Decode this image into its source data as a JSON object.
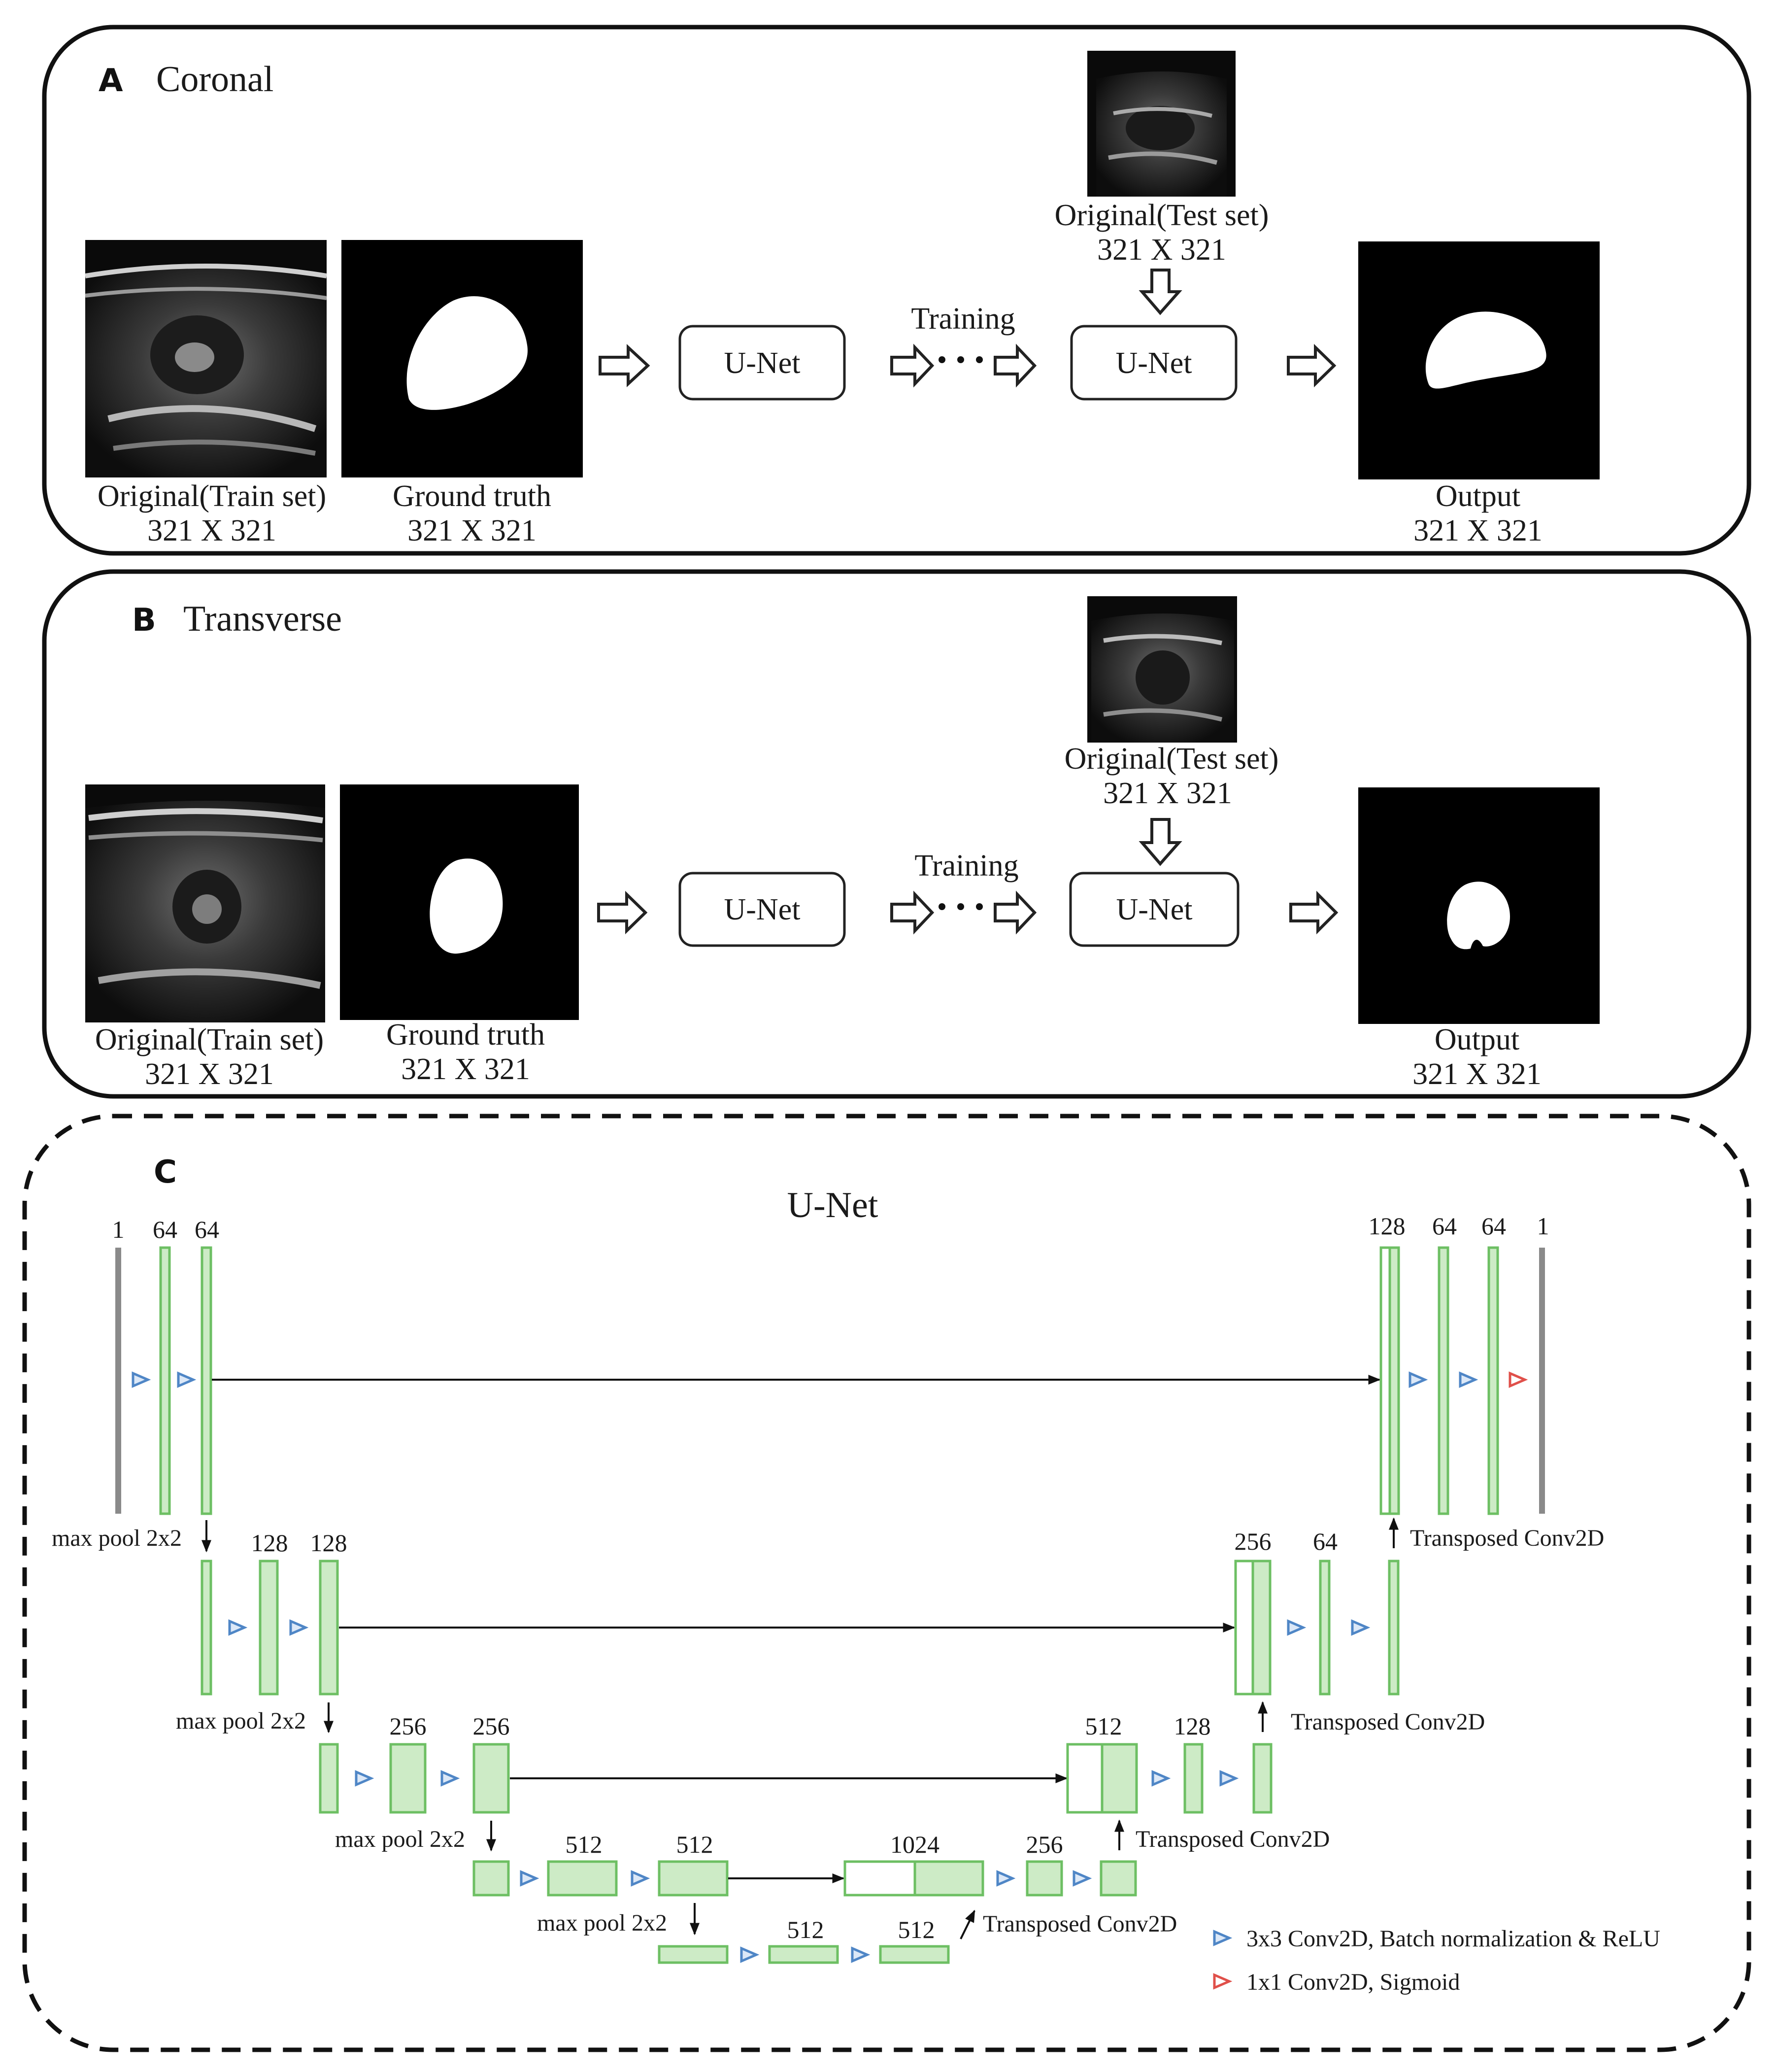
{
  "panel_a": {
    "letter": "A",
    "title": "Coronal",
    "train_caption": "Original(Train set)",
    "train_size": "321 X 321",
    "gt_caption": "Ground truth",
    "gt_size": "321 X 321",
    "unet_label_1": "U-Net",
    "training_label": "Training",
    "unet_label_2": "U-Net",
    "test_caption": "Original(Test set)",
    "test_size": "321 X 321",
    "output_caption": "Output",
    "output_size": "321 X 321"
  },
  "panel_b": {
    "letter": "B",
    "title": "Transverse",
    "train_caption": "Original(Train set)",
    "train_size": "321 X 321",
    "gt_caption": "Ground truth",
    "gt_size": "321 X 321",
    "unet_label_1": "U-Net",
    "training_label": "Training",
    "unet_label_2": "U-Net",
    "test_caption": "Original(Test set)",
    "test_size": "321 X 321",
    "output_caption": "Output",
    "output_size": "321 X 321"
  },
  "panel_c": {
    "letter": "C",
    "title": "U-Net",
    "level1_left": [
      "1",
      "64",
      "64"
    ],
    "level1_right": [
      "128",
      "64",
      "64",
      "1"
    ],
    "level2_left": [
      "128",
      "128"
    ],
    "level2_right": [
      "256",
      "64"
    ],
    "level3_left": [
      "256",
      "256"
    ],
    "level3_right": [
      "512",
      "128"
    ],
    "level4_left": [
      "512",
      "512"
    ],
    "level4_right": [
      "1024",
      "256"
    ],
    "level5": [
      "512",
      "512"
    ],
    "max_pool": "max pool 2x2",
    "transposed": "Transposed Conv2D",
    "legend": [
      {
        "color": "#4f86c6",
        "label": "3x3 Conv2D, Batch normalization & ReLU"
      },
      {
        "color": "#e0504a",
        "label": "1x1 Conv2D, Sigmoid"
      }
    ]
  }
}
